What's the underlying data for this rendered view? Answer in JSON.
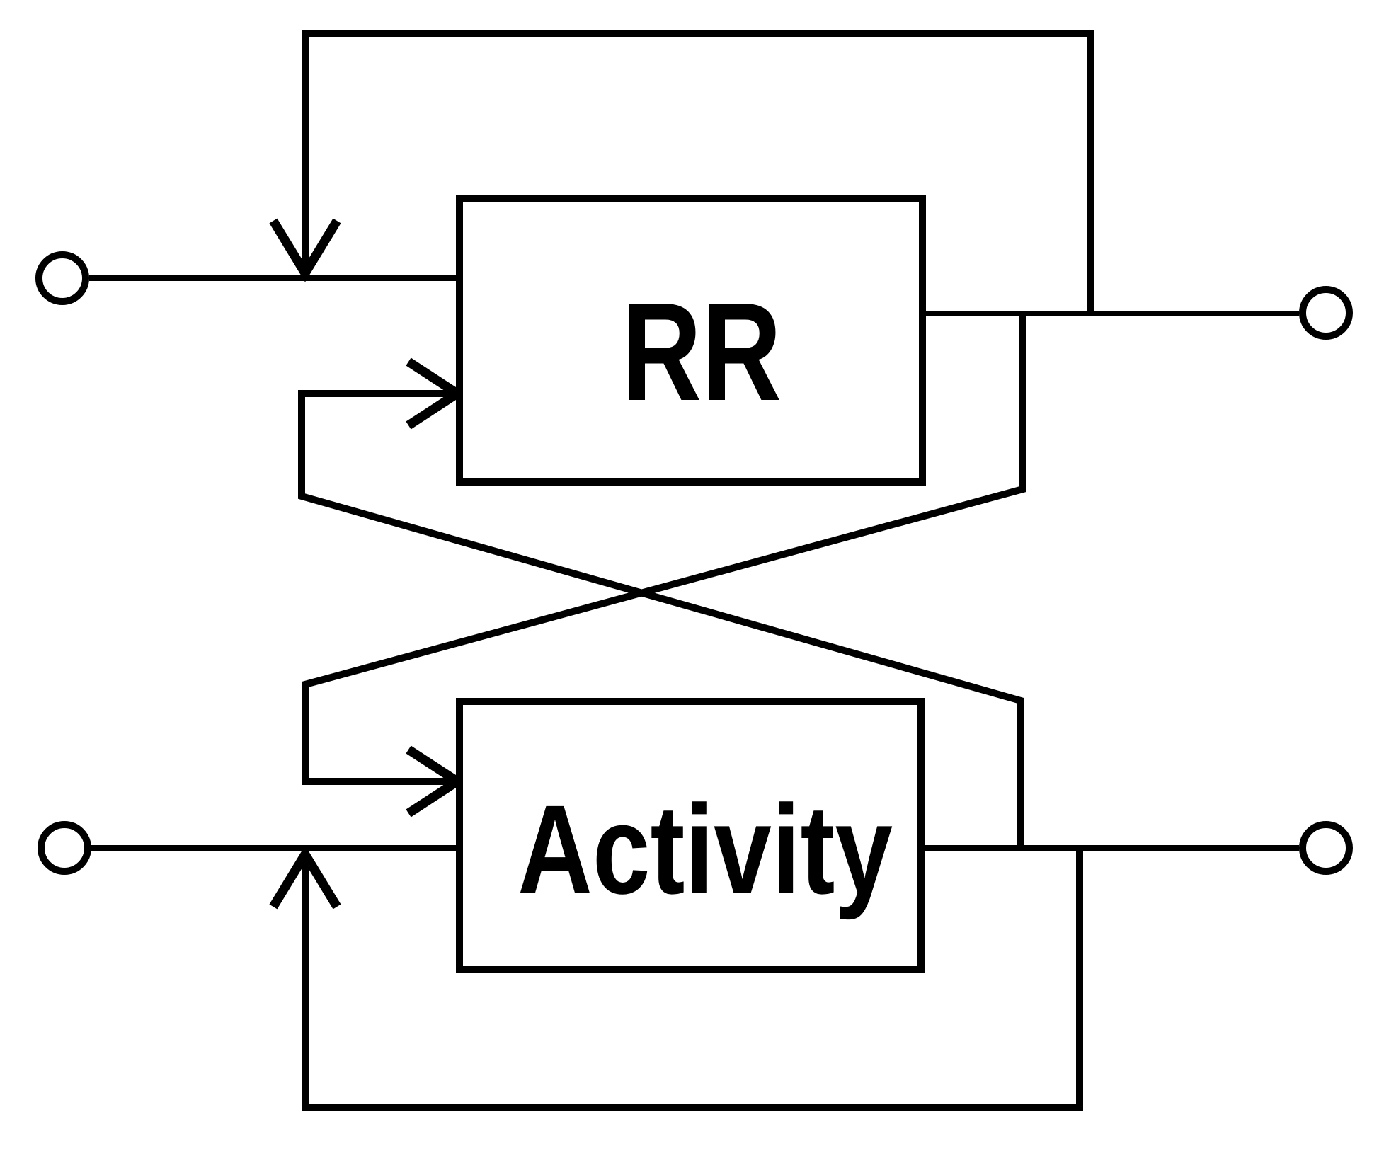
{
  "figure": {
    "background_color": "#ffffff",
    "line_color": "#000000",
    "blocks": [
      {
        "id": "rr",
        "label": "RR"
      },
      {
        "id": "activity",
        "label": "Activity"
      }
    ],
    "terminals": [
      {
        "id": "rr-input-terminal",
        "position": "top-left"
      },
      {
        "id": "rr-output-terminal",
        "position": "top-right"
      },
      {
        "id": "activity-input-terminal",
        "position": "bottom-left"
      },
      {
        "id": "activity-output-terminal",
        "position": "bottom-right"
      }
    ],
    "connections": [
      {
        "id": "rr-input-wire",
        "from": "rr-input-terminal",
        "to": "rr"
      },
      {
        "id": "rr-output-wire",
        "from": "rr",
        "to": "rr-output-terminal"
      },
      {
        "id": "activity-input-wire",
        "from": "activity-input-terminal",
        "to": "activity"
      },
      {
        "id": "activity-output-wire",
        "from": "activity",
        "to": "activity-output-terminal"
      },
      {
        "id": "rr-self-feedback",
        "from": "rr-output-wire",
        "to": "rr-input-wire",
        "arrow": "down"
      },
      {
        "id": "activity-self-feedback",
        "from": "activity-output-wire",
        "to": "activity-input-wire",
        "arrow": "up"
      },
      {
        "id": "rr-to-activity-cross",
        "from": "rr-output-wire",
        "to": "activity",
        "arrow": "right"
      },
      {
        "id": "activity-to-rr-cross",
        "from": "activity-output-wire",
        "to": "rr",
        "arrow": "right"
      }
    ]
  }
}
